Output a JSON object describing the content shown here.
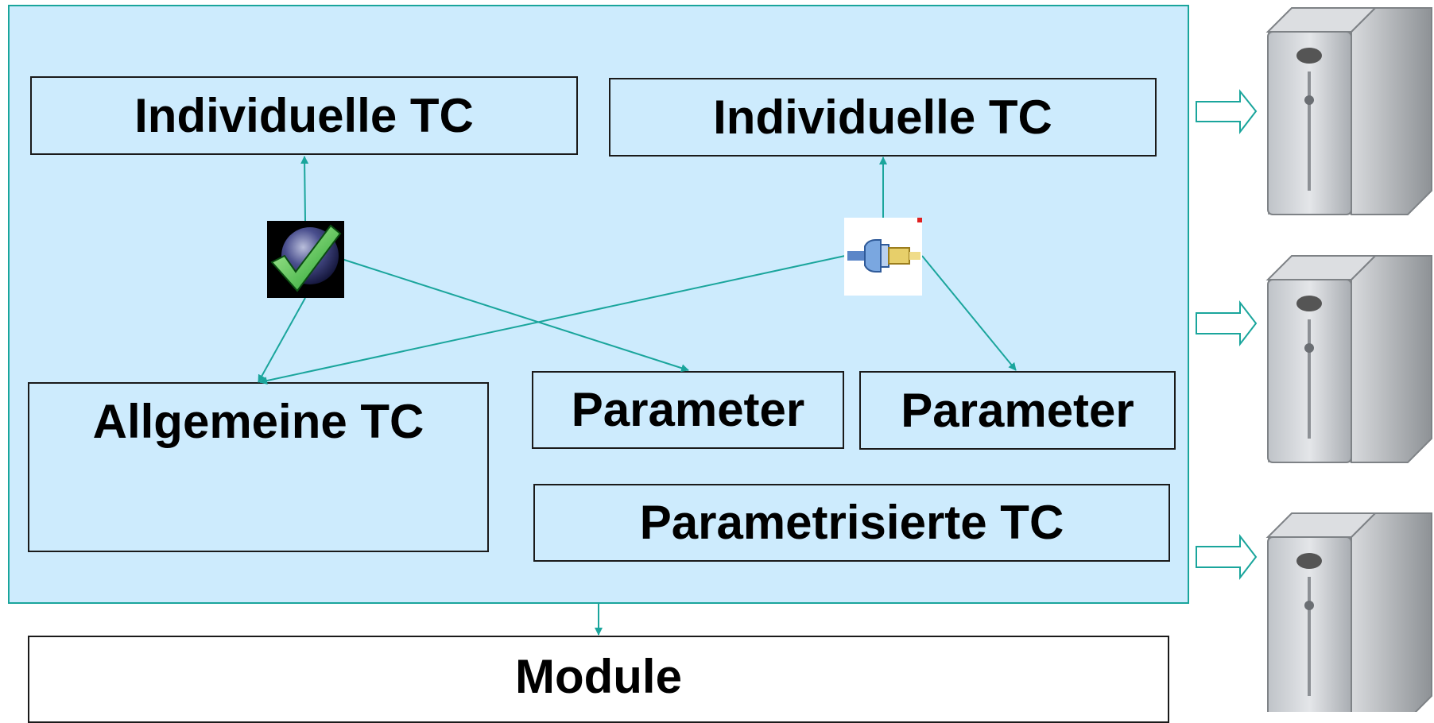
{
  "diagram": {
    "boxes": {
      "individual_tc_left": "Individuelle TC",
      "individual_tc_right": "Individuelle TC",
      "general_tc": "Allgemeine TC",
      "parameter_left": "Parameter",
      "parameter_right": "Parameter",
      "parametrized_tc": "Parametrisierte TC",
      "module": "Module"
    },
    "icons": {
      "validation": "check-globe-icon",
      "connector": "plug-connector-icon",
      "servers": [
        "server-icon",
        "server-icon",
        "server-icon"
      ]
    },
    "colors": {
      "panel_fill": "#cdebfd",
      "accent_teal": "#1aa59c",
      "box_border": "#1a1a1a"
    }
  }
}
